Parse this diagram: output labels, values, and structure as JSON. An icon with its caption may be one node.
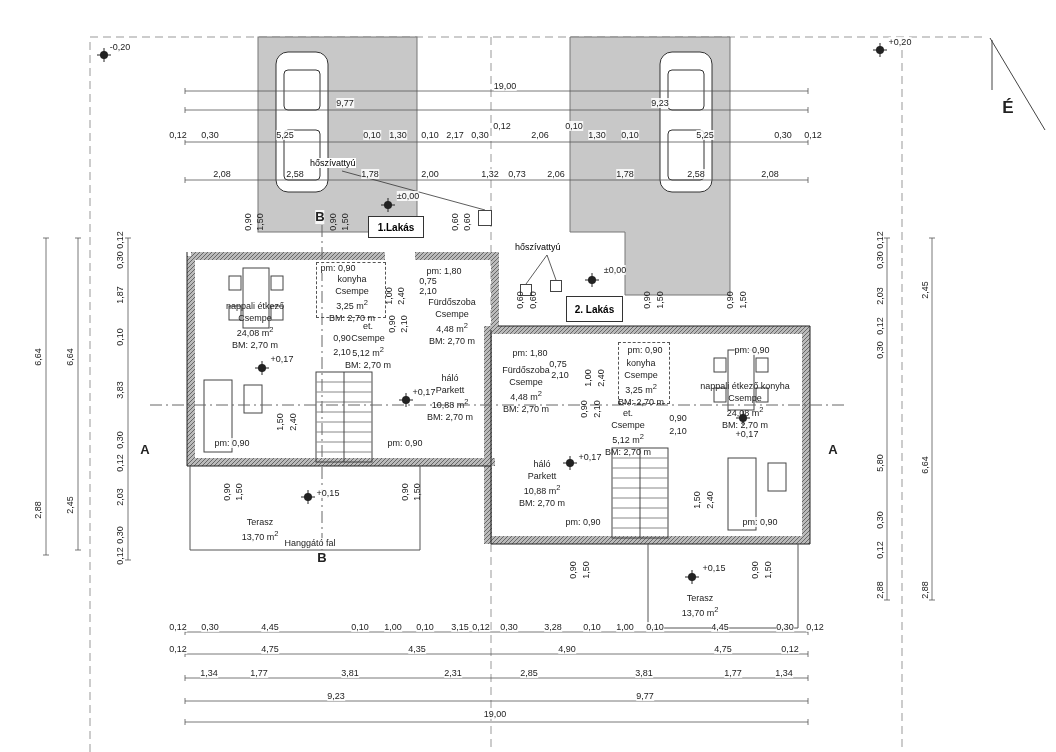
{
  "diagram": {
    "nodes": [
      {
        "text": [
          "1.Lakás"
        ]
      },
      {
        "text": [
          "nappali étkező",
          "Csempe",
          "24,08 m$^{2}$",
          "BM: 2,70 m"
        ]
      },
      {
        "text": [
          "konyha",
          "Csempe",
          "3,25 m$^{2}$",
          "BM: 2,70 m"
        ]
      },
      {
        "text": [
          "Fürdőszoba",
          "Csempe",
          "4,48 m$^{2}$",
          "BM: 2,70 m"
        ]
      },
      {
        "text": [
          "et.",
          "Csempe",
          "5,12 m$^{2}$",
          "BM: 2,70 m"
        ]
      },
      {
        "text": [
          "háló",
          "Parkett",
          "10,88 m$^{2}$",
          "BM: 2,70 m"
        ]
      },
      {
        "text": [
          "Terasz",
          "13,70 m$^{2}$"
        ]
      },
      {
        "text": [
          "2. Lakás"
        ]
      },
      {
        "text": [
          "Fürdőszoba",
          "Csempe",
          "4,48 m$^{2}$",
          "BM: 2,70 m"
        ]
      },
      {
        "text": [
          "konyha",
          "Csempe",
          "3,25 m$^{2}$",
          "BM: 2,70 m"
        ]
      },
      {
        "text": [
          "nappali étkező konyha",
          "Csempe",
          "24,08 m$^{2}$",
          "BM: 2,70 m"
        ]
      },
      {
        "text": [
          "et.",
          "Csempe",
          "5,12 m$^{2}$",
          "BM: 2,70 m"
        ]
      },
      {
        "text": [
          "háló",
          "Parkett",
          "10,88 m$^{2}$",
          "BM: 2,70 m"
        ]
      },
      {
        "text": [
          "Terasz",
          "13,70 m$^{2}$"
        ]
      },
      {
        "text": [
          "hőszívattyú"
        ]
      },
      {
        "text": [],
        "shape": "box"
      },
      {
        "text": [
          "hőszívattyú"
        ]
      },
      {
        "text": [],
        "shape": "box"
      },
      {
        "text": [],
        "shape": "box"
      }
    ],
    "edges": [
      {
        "from": 14,
        "to": 15,
        "arrow": "none"
      },
      {
        "from": 16,
        "to": 17,
        "arrow": "none"
      },
      {
        "from": 16,
        "to": 18,
        "arrow": "none"
      }
    ],
    "labels": [
      "-0,20",
      "+0,20",
      "É",
      "19,00",
      "9,77",
      "9,23",
      "0,12",
      "0,30",
      "5,25",
      "0,10",
      "1,30",
      "0,10",
      "2,17",
      "0,30",
      "0,12",
      "2,06",
      "0,10",
      "1,30",
      "0,10",
      "5,25",
      "0,30",
      "0,12",
      "2,08",
      "2,58",
      "1,78",
      "2,00",
      "1,32",
      "0,73",
      "2,06",
      "1,78",
      "2,58",
      "2,08",
      "±0,00",
      "B",
      "0,90",
      "1,50",
      "0,90",
      "1,50",
      "0,60",
      "0,60",
      "0,12",
      "0,30",
      "1,87",
      "0,10",
      "3,83",
      "0,30",
      "0,12",
      "2,03",
      "0,30",
      "0,12",
      "6,64",
      "2,45",
      "6,64",
      "2,88",
      "0,12",
      "0,30",
      "2,03",
      "0,12",
      "0,30",
      "5,80",
      "0,30",
      "0,12",
      "2,88",
      "2,45",
      "6,64",
      "2,88",
      "±0,00",
      "0,60",
      "0,60",
      "0,90",
      "1,50",
      "0,90",
      "1,50",
      "pm: 0,90",
      "pm: 1,80",
      "0,75",
      "2,10",
      "1,00",
      "2,40",
      "0,90",
      "2,10",
      "0,90",
      "2,10",
      "+0,17",
      "+0,17",
      "pm: 0,90",
      "pm: 0,90",
      "1,50",
      "2,40",
      "A",
      "A",
      "0,90",
      "1,50",
      "0,90",
      "1,50",
      "+0,15",
      "Hanggátó fal",
      "B",
      "pm: 1,80",
      "0,75",
      "2,10",
      "1,00",
      "2,40",
      "0,90",
      "2,10",
      "pm: 0,90",
      "pm: 0,90",
      "0,90",
      "2,10",
      "+0,17",
      "+0,17",
      "pm: 0,90",
      "pm: 0,90",
      "1,50",
      "2,40",
      "0,90",
      "1,50",
      "0,90",
      "1,50",
      "+0,15",
      "0,12",
      "0,30",
      "4,45",
      "0,10",
      "1,00",
      "0,10",
      "3,15",
      "0,12",
      "0,30",
      "3,28",
      "0,10",
      "1,00",
      "0,10",
      "4,45",
      "0,30",
      "0,12",
      "0,12",
      "4,75",
      "4,35",
      "4,90",
      "4,75",
      "0,12",
      "1,34",
      "1,77",
      "3,81",
      "2,31",
      "2,85",
      "3,81",
      "1,77",
      "1,34",
      "9,23",
      "9,77",
      "19,00"
    ]
  }
}
